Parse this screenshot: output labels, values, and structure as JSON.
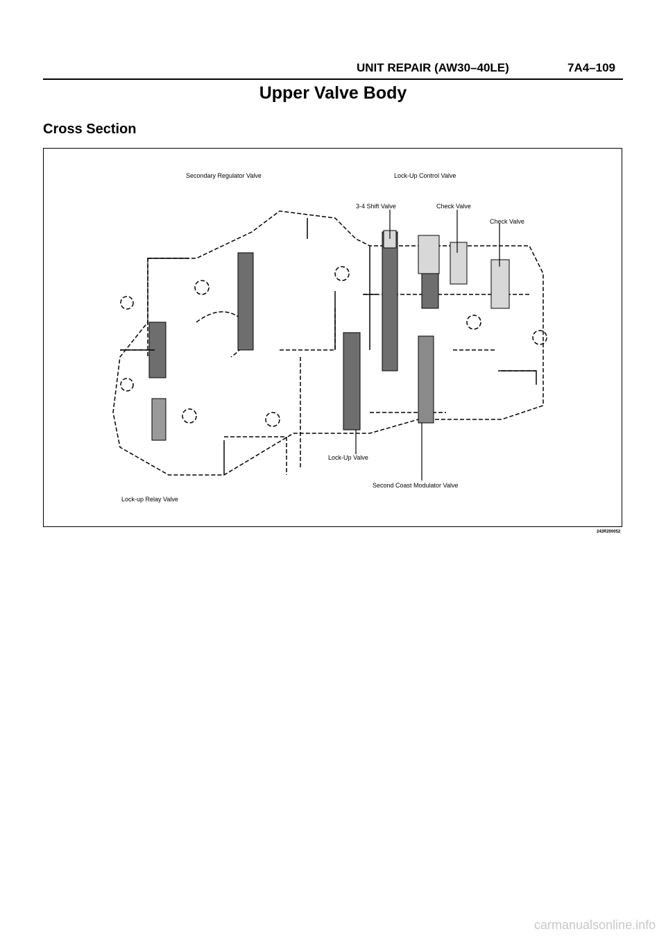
{
  "header": {
    "title": "UNIT REPAIR (AW30–40LE)",
    "page": "7A4–109"
  },
  "page_title": "Upper Valve Body",
  "section_title": "Cross Section",
  "figure": {
    "id": "243R200052",
    "labels": {
      "top_left": "Secondary Regulator Valve",
      "top_center": "Lock-Up Control Valve",
      "shift_valve": "3-4 Shift Valve",
      "check_ball": "Check Valve",
      "check_valve_right": "Check Valve",
      "middle": "Lock-Up Valve",
      "bottom_center": "Second Coast Modulator Valve",
      "bottom_left": "Lock-up Relay Valve"
    }
  },
  "footer": {
    "watermark": "carmanualsonline.info"
  }
}
